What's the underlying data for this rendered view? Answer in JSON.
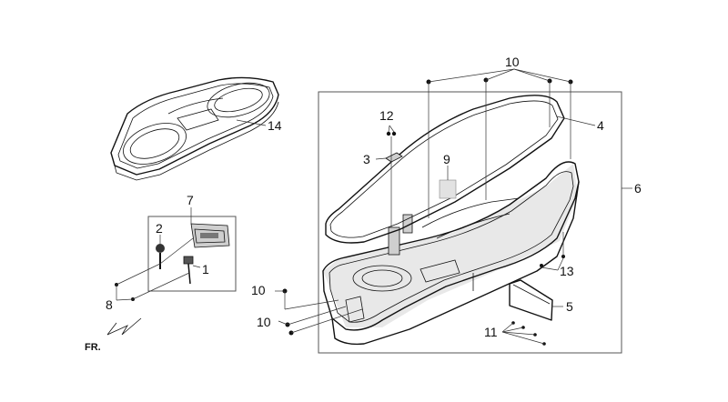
{
  "direction_label": "FR.",
  "callouts": [
    {
      "id": "1",
      "text": "1"
    },
    {
      "id": "2",
      "text": "2"
    },
    {
      "id": "3",
      "text": "3"
    },
    {
      "id": "4",
      "text": "4"
    },
    {
      "id": "5",
      "text": "5"
    },
    {
      "id": "6",
      "text": "6"
    },
    {
      "id": "7",
      "text": "7"
    },
    {
      "id": "8",
      "text": "8"
    },
    {
      "id": "9",
      "text": "9"
    },
    {
      "id": "10a",
      "text": "10"
    },
    {
      "id": "10b",
      "text": "10"
    },
    {
      "id": "10c",
      "text": "10"
    },
    {
      "id": "11",
      "text": "11"
    },
    {
      "id": "12",
      "text": "12"
    },
    {
      "id": "13",
      "text": "13"
    },
    {
      "id": "14",
      "text": "14"
    }
  ]
}
